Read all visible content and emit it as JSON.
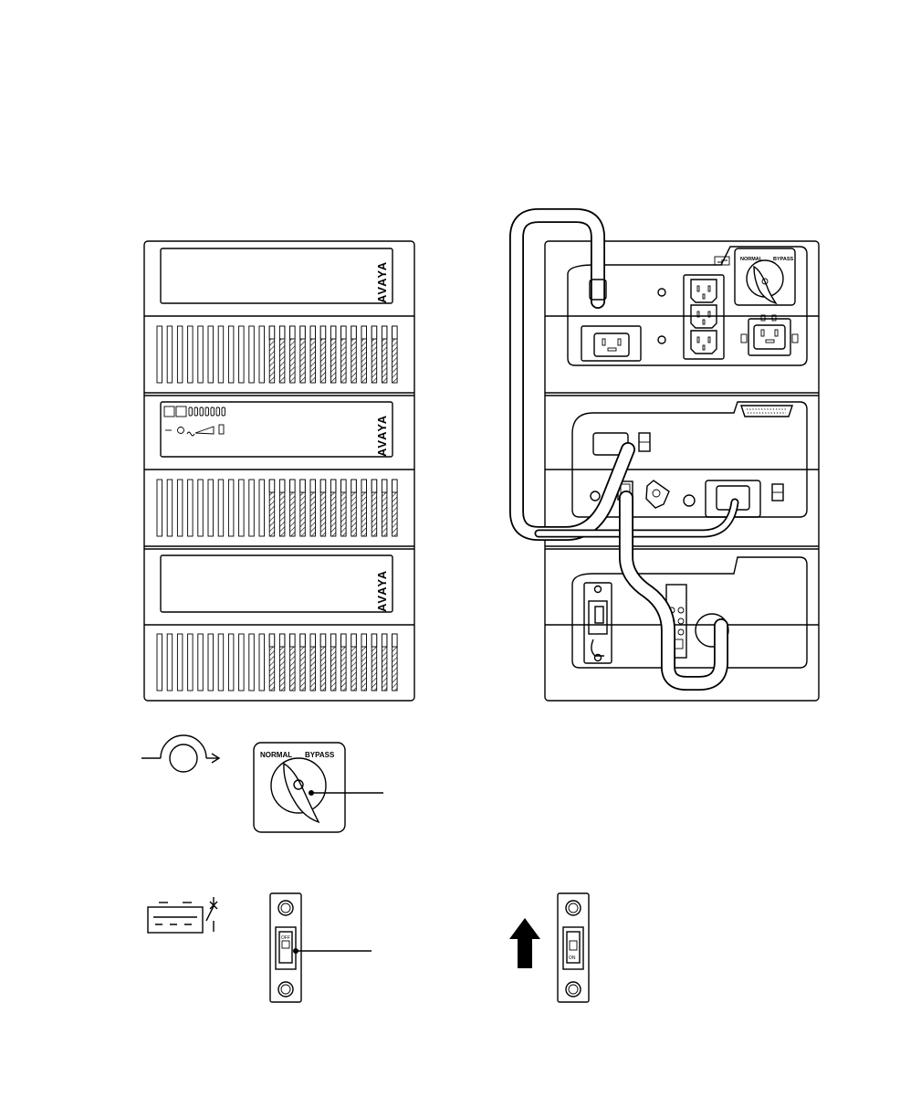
{
  "brand": {
    "logo_text": "AVAYA"
  },
  "switch": {
    "normal_label": "NORMAL",
    "bypass_label": "BYPASS"
  },
  "breaker": {
    "off_label": "OFF",
    "on_label": "ON"
  },
  "colors": {
    "ink": "#000000",
    "paper": "#ffffff"
  },
  "icons": [
    "ups-front-stack",
    "ups-rear-stack",
    "bypass-symbol-icon",
    "bypass-rotary-switch",
    "battery-breaker-symbol-icon",
    "breaker-off",
    "up-arrow-icon",
    "breaker-on"
  ]
}
